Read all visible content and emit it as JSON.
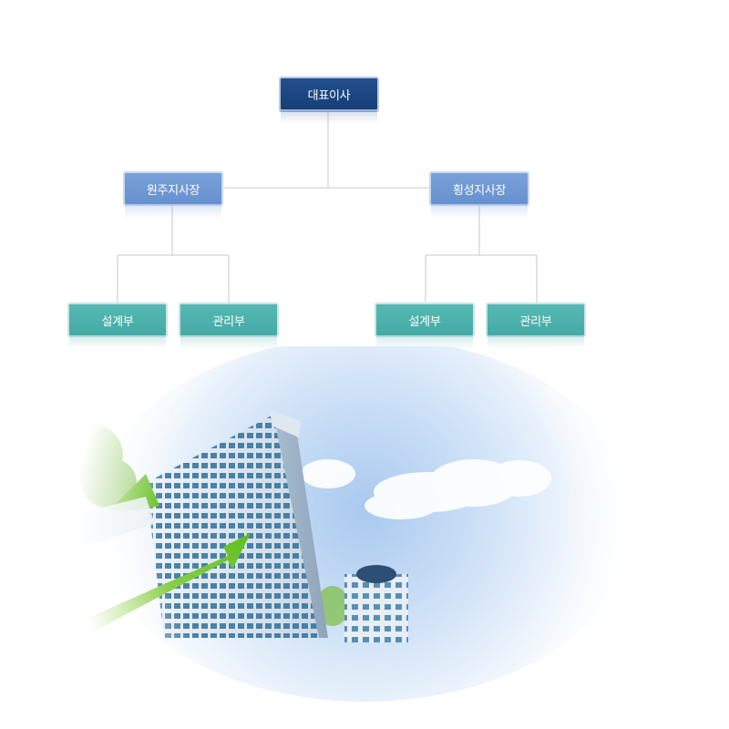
{
  "org_chart": {
    "ceo": {
      "label": "대표이사"
    },
    "branches": [
      {
        "label": "원주지사장",
        "departments": [
          {
            "label": "설계부"
          },
          {
            "label": "관리부"
          }
        ]
      },
      {
        "label": "횡성지사장",
        "departments": [
          {
            "label": "설계부"
          },
          {
            "label": "관리부"
          }
        ]
      }
    ]
  },
  "colors": {
    "ceo_box": "#163f78",
    "branch_box": "#6690cf",
    "department_box": "#45aaa6",
    "connector_line": "#c8c8c8",
    "sky": "#cfe2f7"
  },
  "illustration": {
    "subject": "office-buildings-sky-green-arrow"
  }
}
